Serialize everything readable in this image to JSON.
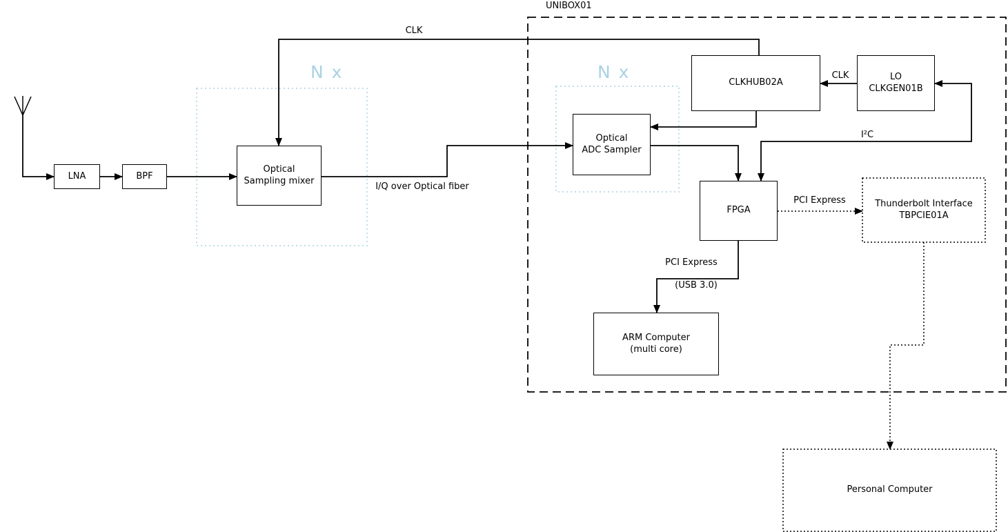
{
  "diagram": {
    "enclosures": {
      "unibox": {
        "title": "UNIBOX01"
      },
      "nx_left": {
        "label": "N x"
      },
      "nx_right": {
        "label": "N x"
      }
    },
    "blocks": {
      "lna": {
        "label": "LNA"
      },
      "bpf": {
        "label": "BPF"
      },
      "optical_sampling_mixer": {
        "label": "Optical\nSampling mixer"
      },
      "optical_adc_sampler": {
        "label": "Optical\nADC Sampler"
      },
      "clkhub": {
        "label": "CLKHUB02A"
      },
      "lo_clkgen": {
        "label": "LO\nCLKGEN01B"
      },
      "fpga": {
        "label": "FPGA"
      },
      "thunderbolt": {
        "label": "Thunderbolt Interface\nTBPCIE01A"
      },
      "arm_computer": {
        "label": "ARM Computer\n(multi core)"
      },
      "personal_computer": {
        "label": "Personal Computer"
      }
    },
    "wire_labels": {
      "clk_top": "CLK",
      "clk_lo_to_hub": "CLK",
      "iq_fiber": "I/Q over Optical fiber",
      "i2c": "I²C",
      "pci_express_to_thunderbolt": "PCI Express",
      "pci_express_to_arm": "PCI Express",
      "usb": "(USB 3.0)"
    },
    "colors": {
      "line": "#000000",
      "nx_accent": "#a9d2e4",
      "background": "#ffffff"
    }
  }
}
